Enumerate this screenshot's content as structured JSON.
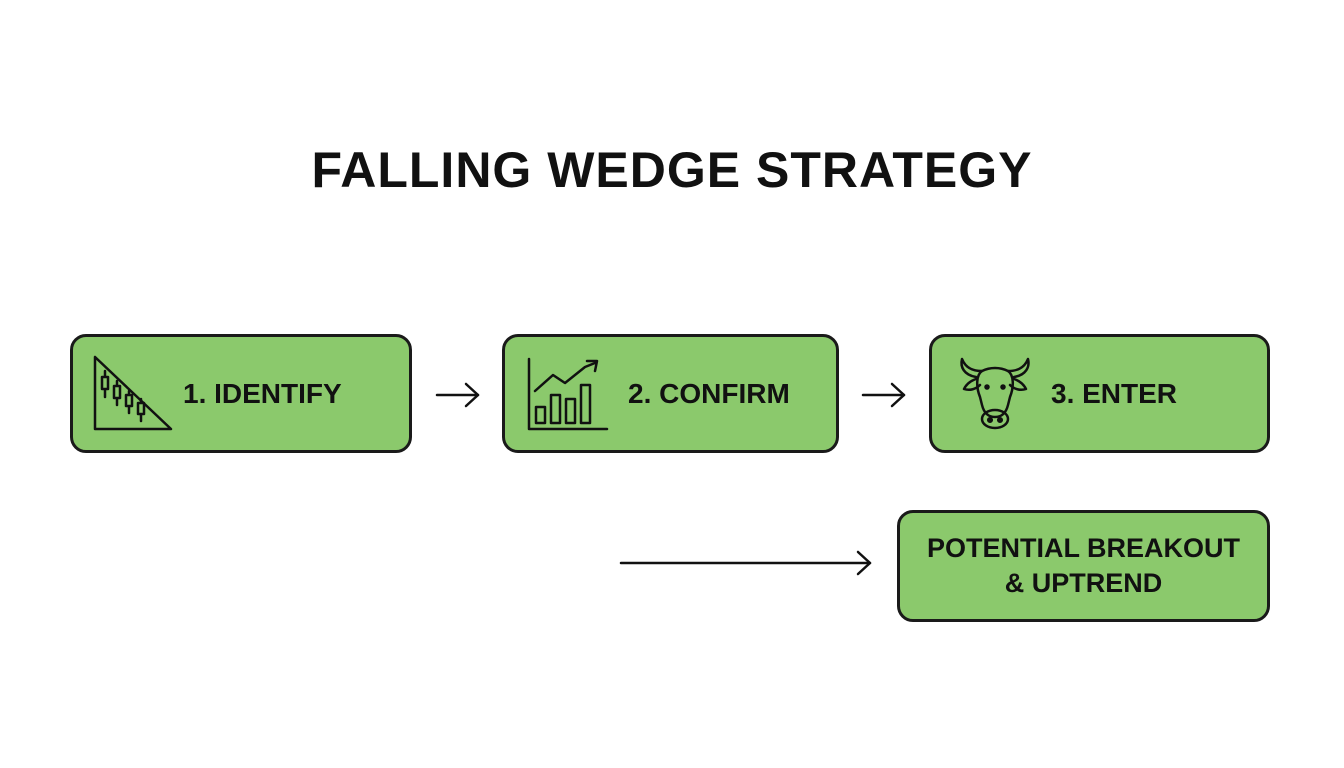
{
  "title": "FALLING WEDGE STRATEGY",
  "steps": [
    {
      "label": "1. IDENTIFY",
      "icon": "falling-wedge-candlestick-icon"
    },
    {
      "label": "2. CONFIRM",
      "icon": "rising-bar-chart-icon"
    },
    {
      "label": "3. ENTER",
      "icon": "bull-head-icon"
    }
  ],
  "outcome": {
    "line1": "POTENTIAL BREAKOUT",
    "line2": "& UPTREND"
  },
  "colors": {
    "box_fill": "#8bc96c",
    "border": "#1a1a1a",
    "text": "#111111",
    "background": "#ffffff"
  }
}
